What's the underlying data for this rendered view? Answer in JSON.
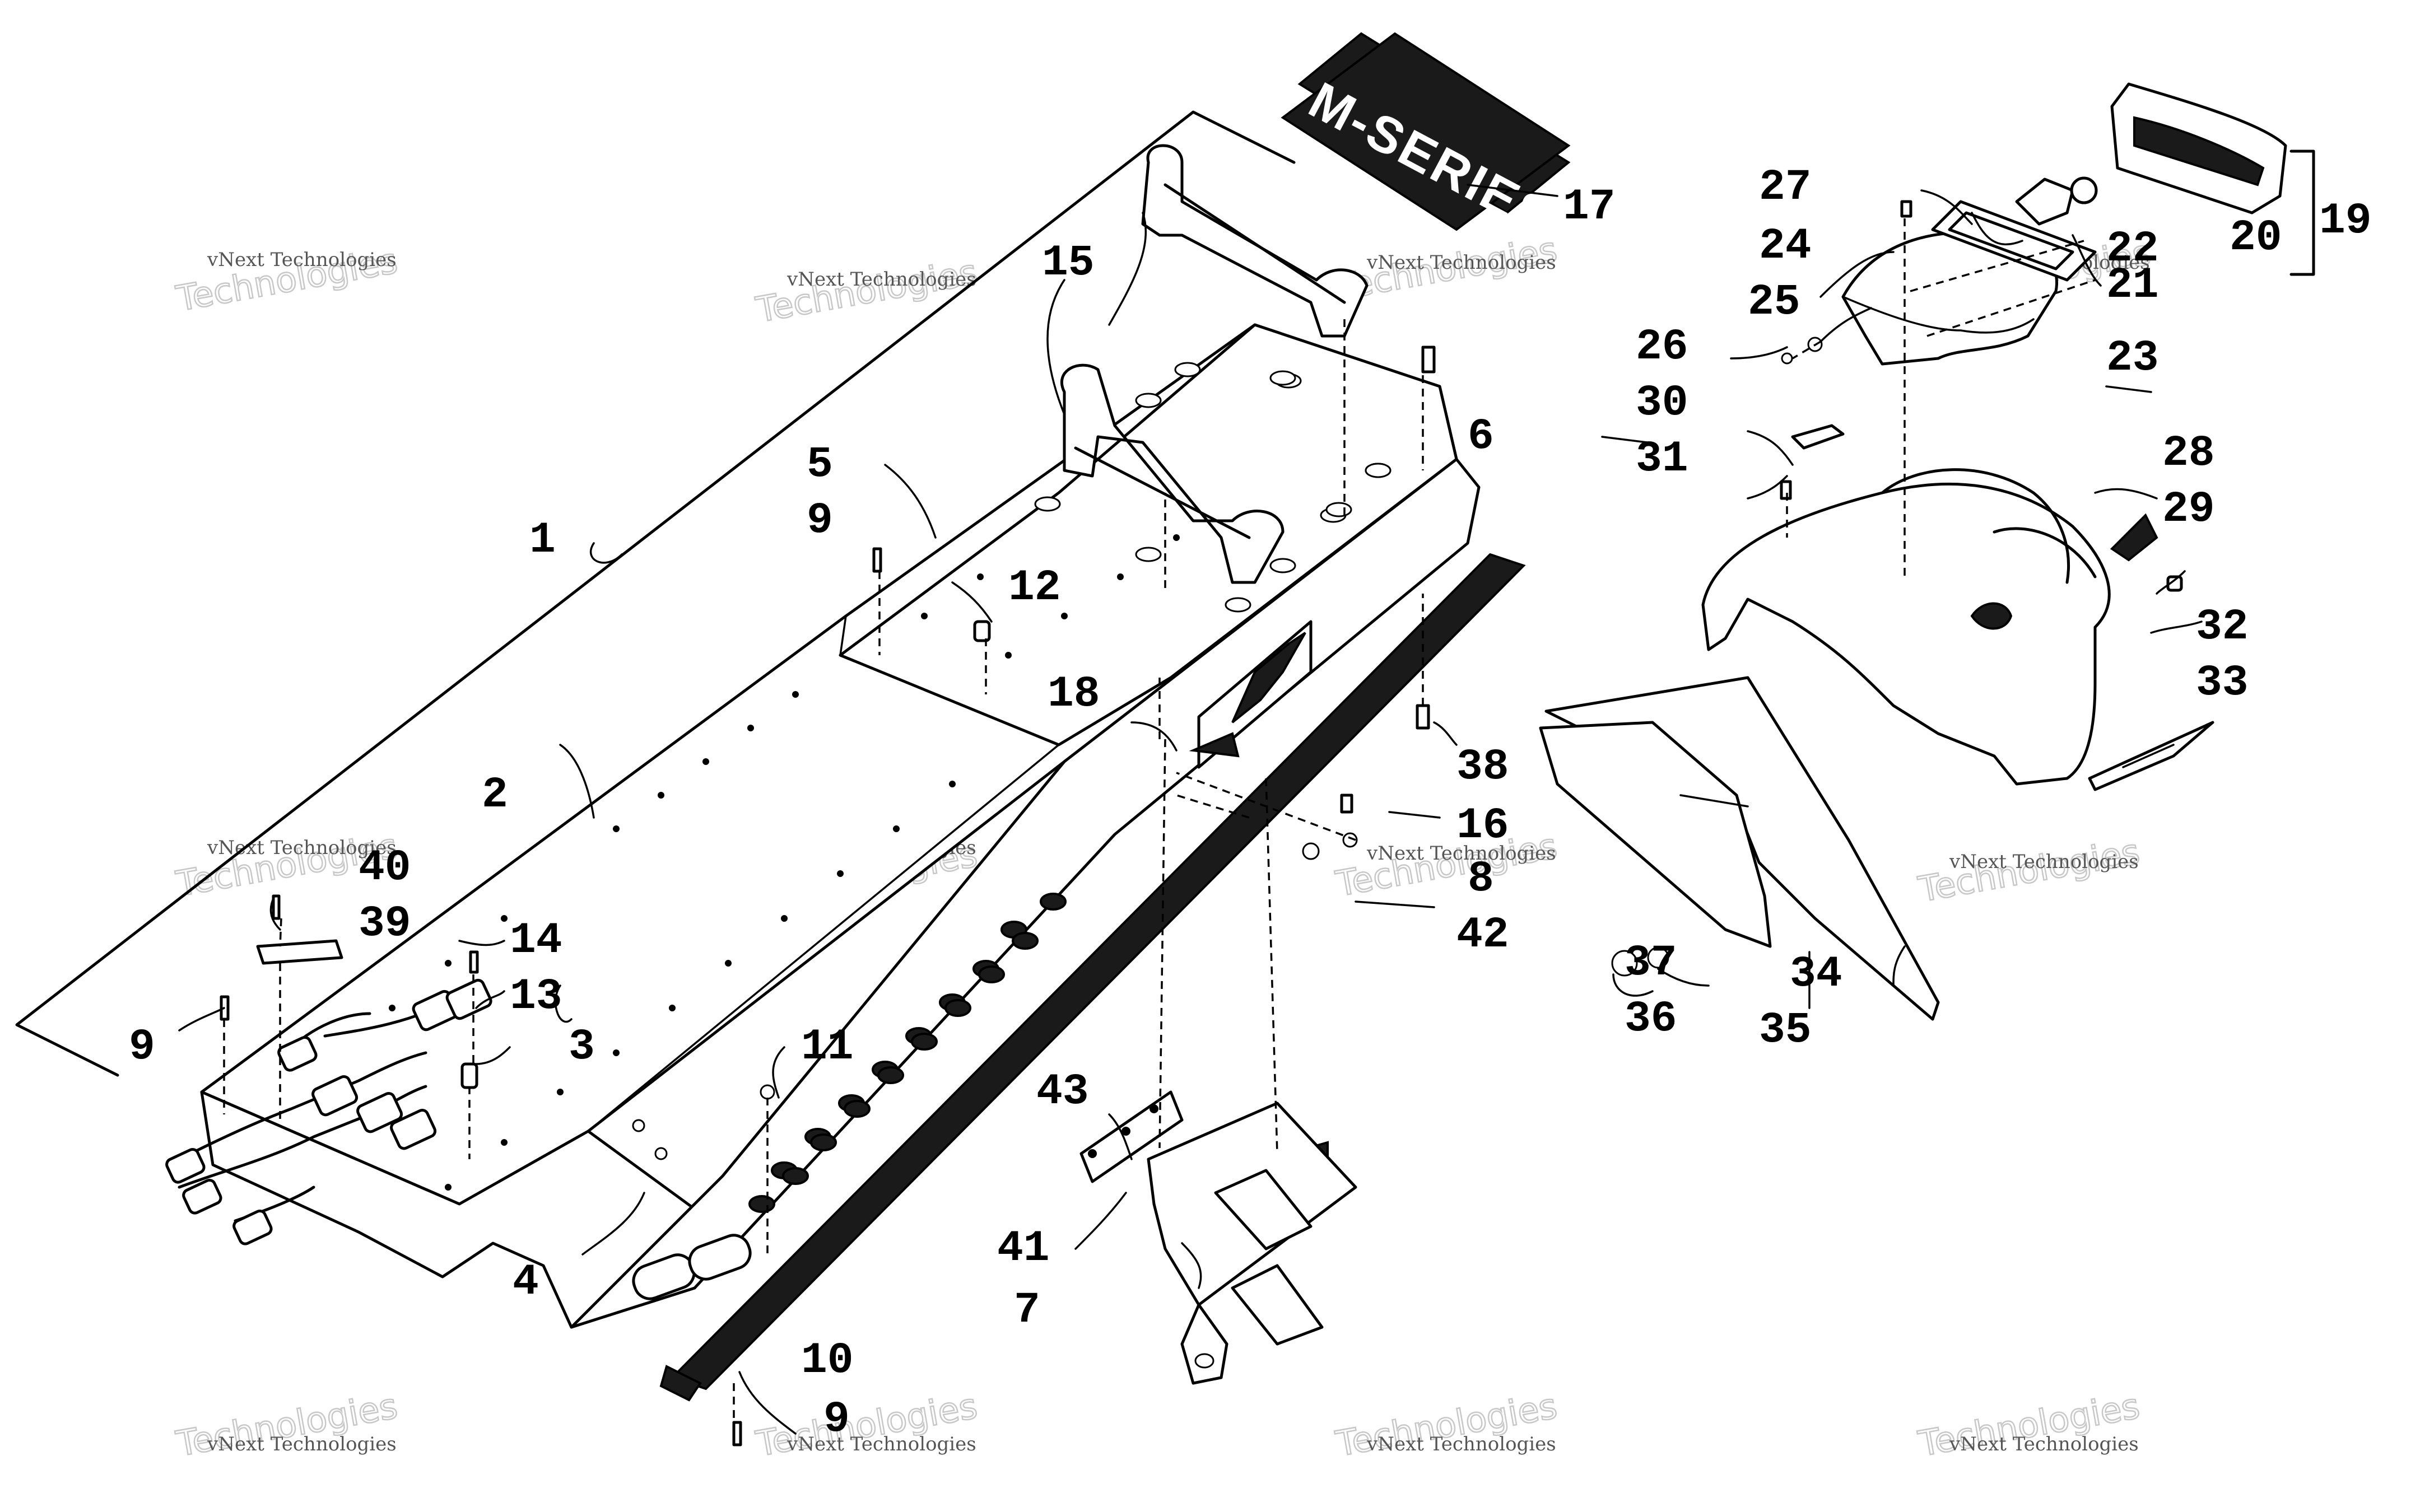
{
  "diagram": {
    "decal_text": "M-SERIES",
    "watermark_line1": "vNext Technologies",
    "watermark_line2": "Technologies",
    "callouts": [
      {
        "id": "1",
        "label": "1"
      },
      {
        "id": "2",
        "label": "2"
      },
      {
        "id": "3",
        "label": "3"
      },
      {
        "id": "4",
        "label": "4"
      },
      {
        "id": "5",
        "label": "5"
      },
      {
        "id": "6",
        "label": "6"
      },
      {
        "id": "7",
        "label": "7"
      },
      {
        "id": "8",
        "label": "8"
      },
      {
        "id": "9a",
        "label": "9"
      },
      {
        "id": "9b",
        "label": "9"
      },
      {
        "id": "9c",
        "label": "9"
      },
      {
        "id": "10",
        "label": "10"
      },
      {
        "id": "11",
        "label": "11"
      },
      {
        "id": "12",
        "label": "12"
      },
      {
        "id": "13",
        "label": "13"
      },
      {
        "id": "14",
        "label": "14"
      },
      {
        "id": "15",
        "label": "15"
      },
      {
        "id": "16",
        "label": "16"
      },
      {
        "id": "17",
        "label": "17"
      },
      {
        "id": "18",
        "label": "18"
      },
      {
        "id": "19",
        "label": "19"
      },
      {
        "id": "20",
        "label": "20"
      },
      {
        "id": "21",
        "label": "21"
      },
      {
        "id": "22",
        "label": "22"
      },
      {
        "id": "23",
        "label": "23"
      },
      {
        "id": "24",
        "label": "24"
      },
      {
        "id": "25",
        "label": "25"
      },
      {
        "id": "26",
        "label": "26"
      },
      {
        "id": "27",
        "label": "27"
      },
      {
        "id": "28",
        "label": "28"
      },
      {
        "id": "29",
        "label": "29"
      },
      {
        "id": "30",
        "label": "30"
      },
      {
        "id": "31",
        "label": "31"
      },
      {
        "id": "32",
        "label": "32"
      },
      {
        "id": "33",
        "label": "33"
      },
      {
        "id": "34",
        "label": "34"
      },
      {
        "id": "35",
        "label": "35"
      },
      {
        "id": "36",
        "label": "36"
      },
      {
        "id": "37",
        "label": "37"
      },
      {
        "id": "38",
        "label": "38"
      },
      {
        "id": "39",
        "label": "39"
      },
      {
        "id": "40",
        "label": "40"
      },
      {
        "id": "41",
        "label": "41"
      },
      {
        "id": "42",
        "label": "42"
      },
      {
        "id": "43",
        "label": "43"
      }
    ]
  }
}
